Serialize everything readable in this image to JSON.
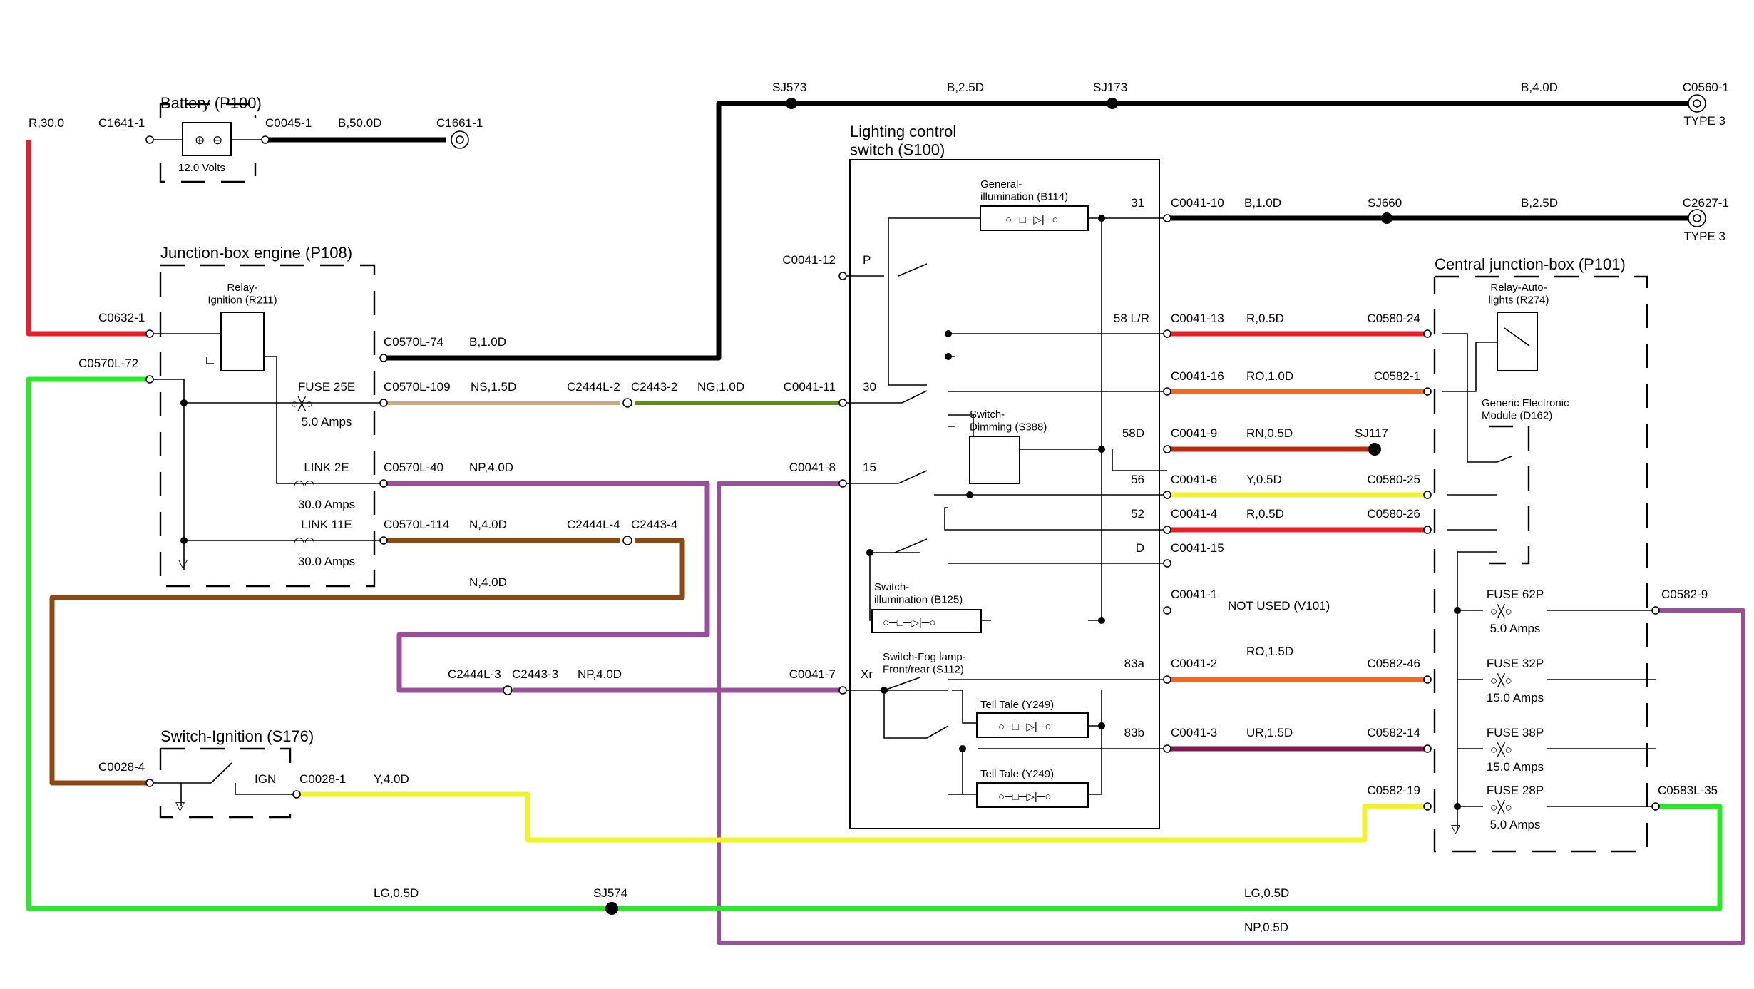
{
  "colors": {
    "red": "#e5202a",
    "black": "#000000",
    "green": "#2ee62e",
    "brown": "#8b4a14",
    "purple": "#9b4f9b",
    "tan": "#c8a98a",
    "olive": "#5e8c1e",
    "orange": "#ee6a22",
    "darkred": "#b82a12",
    "yellow": "#f2f22a",
    "maroon": "#7a1a4e"
  },
  "components": {
    "battery": {
      "title": "Battery (P100)",
      "voltage": "12.0 Volts"
    },
    "jb_engine": {
      "title": "Junction-box engine (P108)",
      "relay": "Relay-\nIgnition (R211)"
    },
    "lighting_switch": {
      "title": "Lighting control\nswitch (S100)"
    },
    "central_jb": {
      "title": "Central junction-box (P101)",
      "relay": "Relay-Auto-\nlights (R274)",
      "module": "Generic Electronic\nModule (D162)"
    },
    "ignition_switch": {
      "title": "Switch-Ignition (S176)",
      "pos": "IGN"
    },
    "general_illum": "General-\nillumination (B114)",
    "switch_dimming": "Switch-\nDimming (S388)",
    "switch_illum": "Switch-\nillumination (B125)",
    "switch_fog": "Switch-Fog lamp-\nFront/rear (S112)",
    "tell_tale_1": "Tell Tale (Y249)",
    "tell_tale_2": "Tell Tale (Y249)"
  },
  "fuses": {
    "fuse25e": {
      "name": "FUSE 25E",
      "rating": "5.0 Amps"
    },
    "link2e": {
      "name": "LINK 2E",
      "rating": "30.0 Amps"
    },
    "link11e": {
      "name": "LINK 11E",
      "rating": "30.0 Amps"
    },
    "fuse62p": {
      "name": "FUSE 62P",
      "rating": "5.0 Amps"
    },
    "fuse32p": {
      "name": "FUSE 32P",
      "rating": "15.0 Amps"
    },
    "fuse38p": {
      "name": "FUSE 38P",
      "rating": "15.0 Amps"
    },
    "fuse28p": {
      "name": "FUSE 28P",
      "rating": "5.0 Amps"
    }
  },
  "pins": {
    "p31": "31",
    "pP": "P",
    "p58lr": "58 L/R",
    "p30": "30",
    "p58d": "58D",
    "p15": "15",
    "p56": "56",
    "p52": "52",
    "pD": "D",
    "pXr": "Xr",
    "p83a": "83a",
    "p83b": "83b"
  },
  "connectors": {
    "c1641_1": "C1641-1",
    "c0045_1": "C0045-1",
    "c1661_1": "C1661-1",
    "c0632_1": "C0632-1",
    "c0570l_72": "C0570L-72",
    "c0570l_74": "C0570L-74",
    "c0570l_109": "C0570L-109",
    "c0570l_40": "C0570L-40",
    "c0570l_114": "C0570L-114",
    "c2444l_2": "C2444L-2",
    "c2443_2": "C2443-2",
    "c2444l_4": "C2444L-4",
    "c2443_4": "C2443-4",
    "c2444l_3": "C2444L-3",
    "c2443_3": "C2443-3",
    "c0041_12": "C0041-12",
    "c0041_11": "C0041-11",
    "c0041_8": "C0041-8",
    "c0041_7": "C0041-7",
    "c0041_10": "C0041-10",
    "c0041_13": "C0041-13",
    "c0041_16": "C0041-16",
    "c0041_9": "C0041-9",
    "c0041_6": "C0041-6",
    "c0041_4": "C0041-4",
    "c0041_15": "C0041-15",
    "c0041_1": "C0041-1",
    "c0041_2": "C0041-2",
    "c0041_3": "C0041-3",
    "c0580_24": "C0580-24",
    "c0582_1": "C0582-1",
    "c0580_25": "C0580-25",
    "c0580_26": "C0580-26",
    "c0582_46": "C0582-46",
    "c0582_14": "C0582-14",
    "c0582_19": "C0582-19",
    "c0582_9": "C0582-9",
    "c0583l_35": "C0583L-35",
    "c0560_1": "C0560-1",
    "c2627_1": "C2627-1",
    "c0028_4": "C0028-4",
    "c0028_1": "C0028-1",
    "type3a": "TYPE 3",
    "type3b": "TYPE 3",
    "not_used": "NOT USED (V101)"
  },
  "splices": {
    "sj573": "SJ573",
    "sj173": "SJ173",
    "sj660": "SJ660",
    "sj117": "SJ117",
    "sj574": "SJ574"
  },
  "wires": {
    "r30": "R,30.0",
    "b50": "B,50.0D",
    "b10a": "B,1.0D",
    "b25a": "B,2.5D",
    "b40": "B,4.0D",
    "b10b": "B,1.0D",
    "b25b": "B,2.5D",
    "ns15": "NS,1.5D",
    "ng10": "NG,1.0D",
    "np40a": "NP,4.0D",
    "n40a": "N,4.0D",
    "n40b": "N,4.0D",
    "np40b": "NP,4.0D",
    "r05a": "R,0.5D",
    "ro10": "RO,1.0D",
    "rn05": "RN,0.5D",
    "y05": "Y,0.5D",
    "r05b": "R,0.5D",
    "ro15": "RO,1.5D",
    "ur15": "UR,1.5D",
    "y40": "Y,4.0D",
    "lg05a": "LG,0.5D",
    "lg05b": "LG,0.5D",
    "np05": "NP,0.5D"
  }
}
